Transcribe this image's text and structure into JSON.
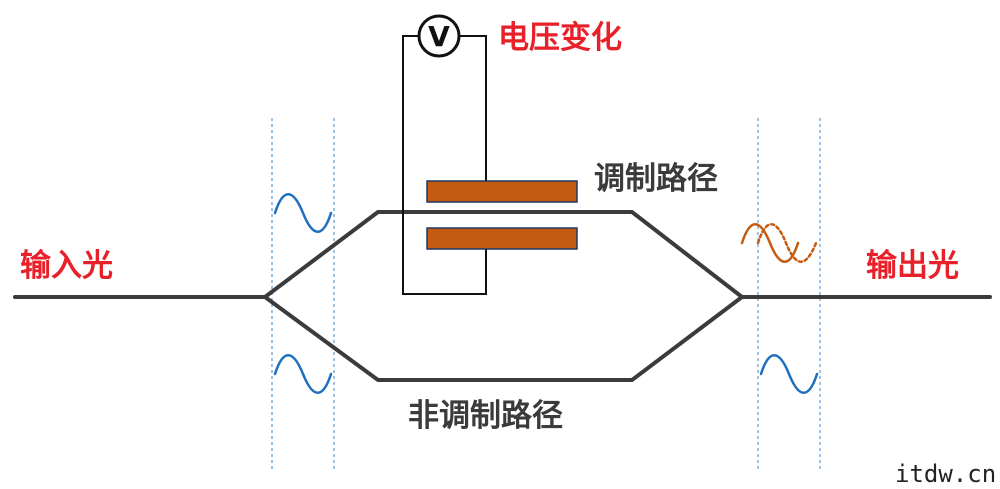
{
  "labels": {
    "input_light": "输入光",
    "output_light": "输出光",
    "voltage_change": "电压变化",
    "modulated_path": "调制路径",
    "unmodulated_path": "非调制路径",
    "voltmeter_symbol": "V",
    "watermark": "itdw.cn"
  },
  "colors": {
    "waveguide": "#3b3b3b",
    "electrode": "#c55a11",
    "wave_blue": "#1f6fbf",
    "wave_orange": "#c55a11",
    "guide_line": "#5b9bd5",
    "label_red": "#e8202a"
  }
}
